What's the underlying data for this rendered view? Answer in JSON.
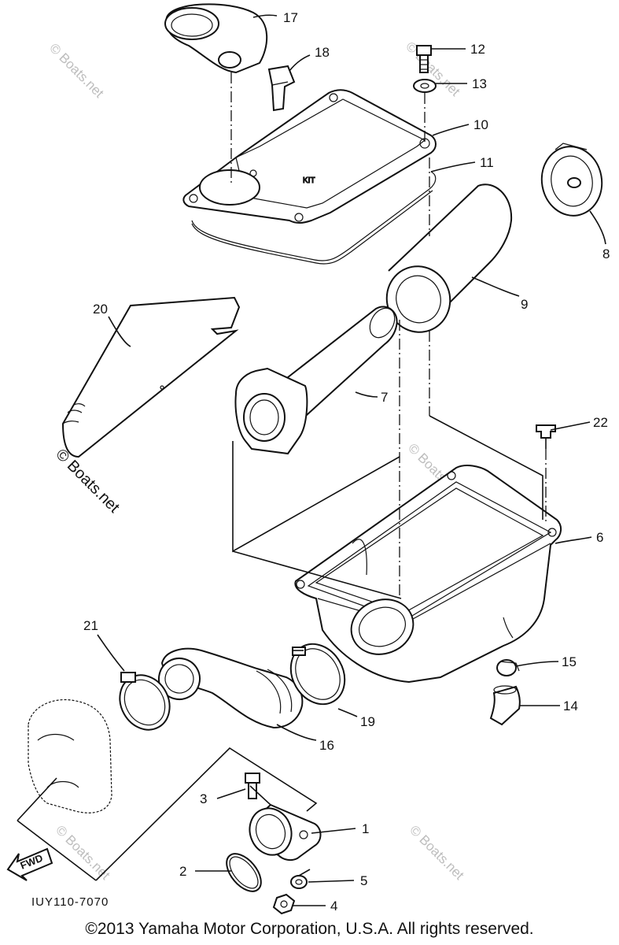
{
  "diagram": {
    "parts": [
      {
        "number": "1"
      },
      {
        "number": "2"
      },
      {
        "number": "3"
      },
      {
        "number": "4"
      },
      {
        "number": "5"
      },
      {
        "number": "6"
      },
      {
        "number": "7"
      },
      {
        "number": "8"
      },
      {
        "number": "9"
      },
      {
        "number": "10"
      },
      {
        "number": "11"
      },
      {
        "number": "12"
      },
      {
        "number": "13"
      },
      {
        "number": "14"
      },
      {
        "number": "15"
      },
      {
        "number": "16"
      },
      {
        "number": "17"
      },
      {
        "number": "18"
      },
      {
        "number": "19"
      },
      {
        "number": "20"
      },
      {
        "number": "21"
      },
      {
        "number": "22"
      }
    ],
    "drawing_code": "IUY110-7070",
    "fwd_label": "FWD",
    "watermark": "© Boats.net",
    "copyright": "©2013 Yamaha Motor Corporation, U.S.A. All rights reserved."
  }
}
